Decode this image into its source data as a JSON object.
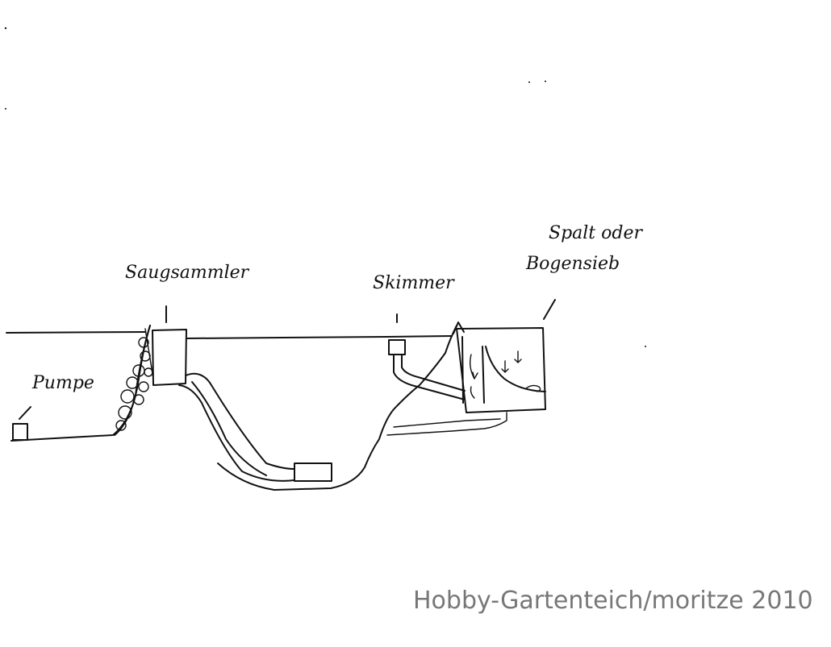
{
  "labels": {
    "pump": "Pumpe",
    "suction_collector": "Saugsammler",
    "skimmer": "Skimmer",
    "sieve_line1": "Spalt oder",
    "sieve_line2": "Bogensieb"
  },
  "watermark": "Hobby-Gartenteich/moritze 2010"
}
